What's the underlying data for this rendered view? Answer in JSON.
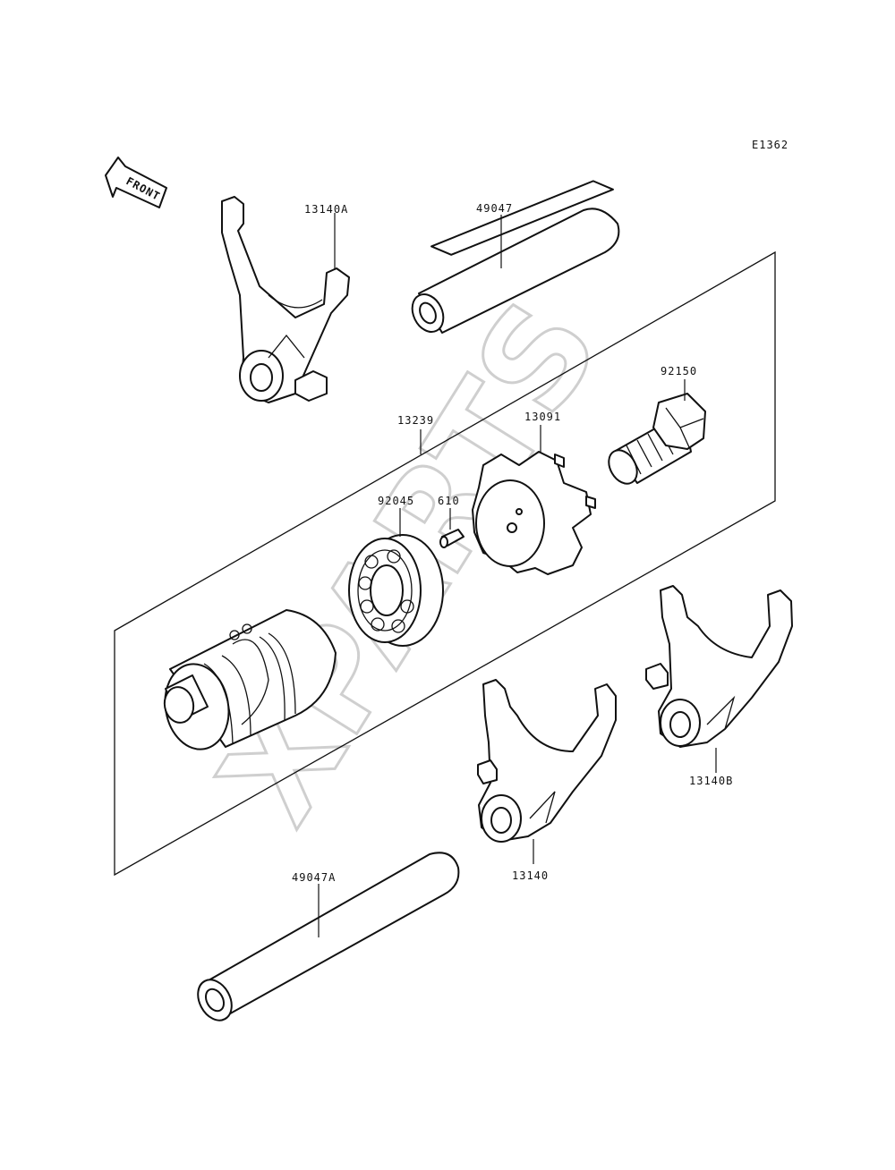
{
  "diagram": {
    "code": "E1362",
    "front_label": "FRONT",
    "watermark": "XPARTS",
    "parts": [
      {
        "id": "p13140A",
        "number": "13140A"
      },
      {
        "id": "p49047",
        "number": "49047"
      },
      {
        "id": "p92150",
        "number": "92150"
      },
      {
        "id": "p13239",
        "number": "13239"
      },
      {
        "id": "p13091",
        "number": "13091"
      },
      {
        "id": "p92045",
        "number": "92045"
      },
      {
        "id": "p610",
        "number": "610"
      },
      {
        "id": "p13140B",
        "number": "13140B"
      },
      {
        "id": "p13140",
        "number": "13140"
      },
      {
        "id": "p49047A",
        "number": "49047A"
      }
    ]
  }
}
